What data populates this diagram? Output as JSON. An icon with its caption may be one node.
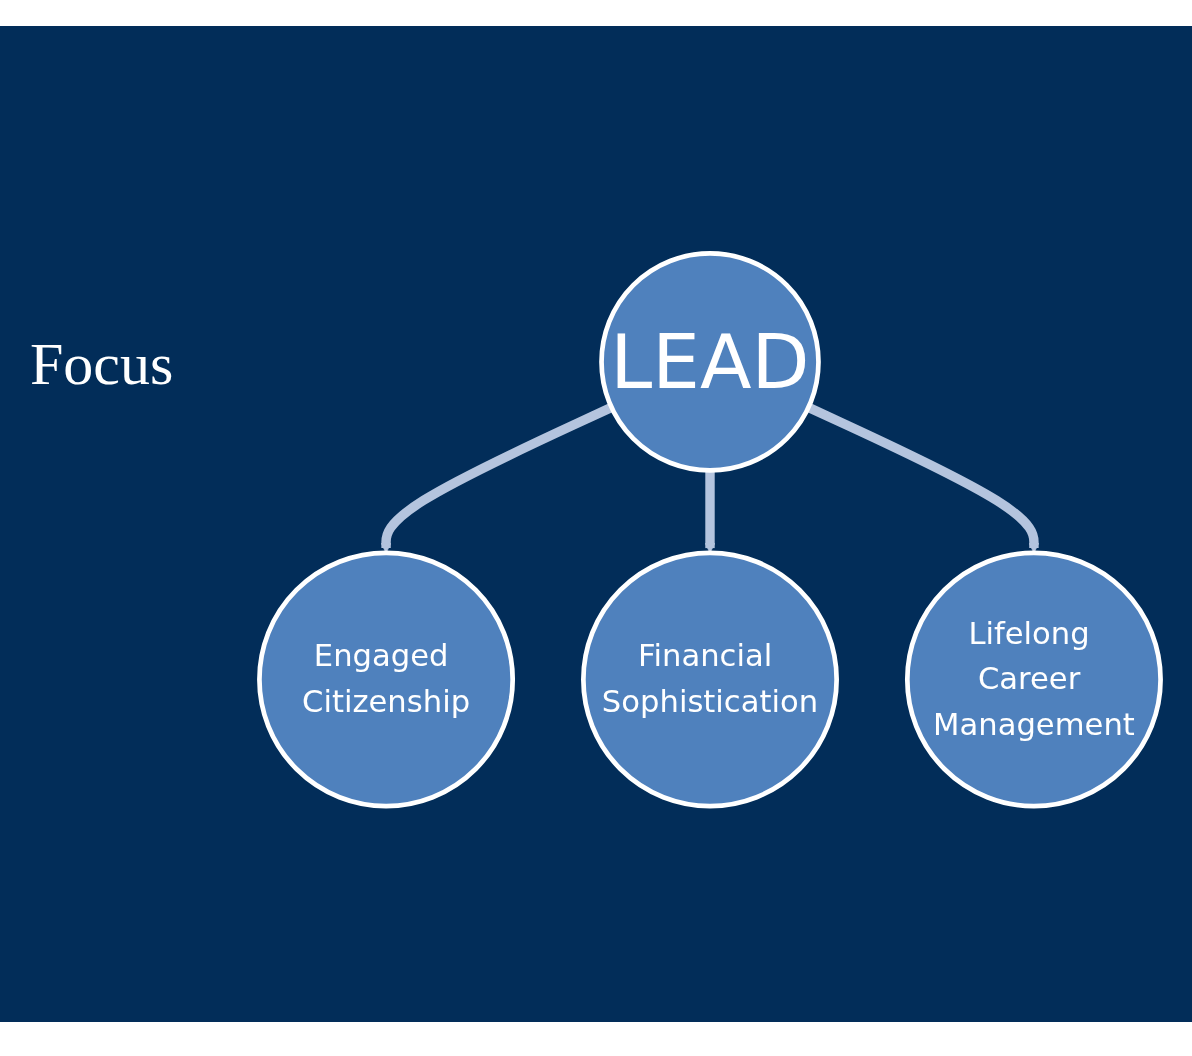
{
  "diagram": {
    "nodes": [
      {
        "text": [
          "Engaged Citizenship"
        ]
      },
      {
        "text": [
          "LEAD"
        ]
      },
      {
        "text": [
          "Financial Sophistication"
        ]
      },
      {
        "text": [
          "Lifelong Career Management"
        ]
      }
    ],
    "edges": [
      {
        "from": 1,
        "to": 0,
        "arrow": "to"
      },
      {
        "from": 1,
        "to": 2,
        "arrow": "to"
      },
      {
        "from": 1,
        "to": 3,
        "arrow": "to"
      }
    ],
    "labels": [
      "Focus"
    ]
  }
}
